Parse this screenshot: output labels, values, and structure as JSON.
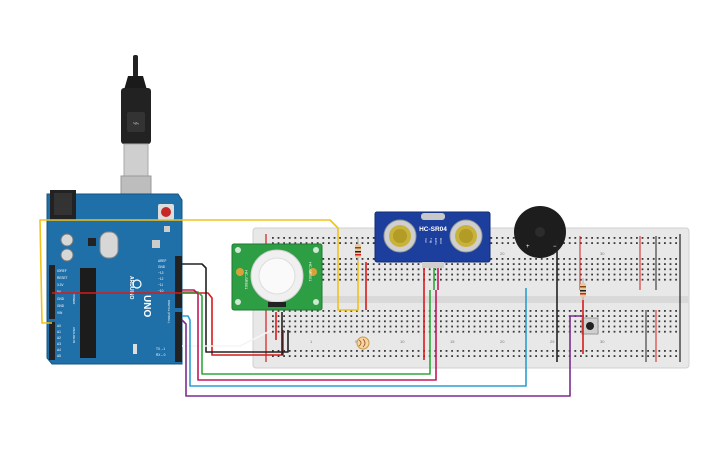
{
  "arduino": {
    "logo": "UNO",
    "brand": "ARDUINO",
    "header_left": [
      "IOREF",
      "RESET",
      "3.3V",
      "5V",
      "GND",
      "GND",
      "VIN"
    ],
    "analog": [
      "A0",
      "A1",
      "A2",
      "A3",
      "A4",
      "A5"
    ],
    "digital_top": [
      "AREF",
      "GND",
      "~13",
      "~12",
      "~11",
      "~10"
    ],
    "digital_bottom": [
      "TX→1",
      "RX←0"
    ],
    "side_text": "DIGITAL (PWM~)",
    "power_text": "POWER",
    "analog_text": "ANALOG IN"
  },
  "pir": {
    "left_label": "HC-SR501",
    "right_label": "HC-SR501"
  },
  "ultrasonic": {
    "model": "HC-SR04",
    "pins": [
      "Vcc",
      "Trig",
      "Echo",
      "Gnd"
    ]
  },
  "buzzer": {
    "plus": "+",
    "minus": "−"
  },
  "breadboard": {
    "col_numbers_top": [
      "1",
      "5",
      "10",
      "15",
      "20",
      "25",
      "30"
    ],
    "col_numbers_bottom": [
      "1",
      "5",
      "10",
      "15",
      "20",
      "25",
      "30"
    ]
  },
  "colors": {
    "arduino_board": "#1f6fa8",
    "arduino_dark": "#155482",
    "usb_cable": "#222222",
    "usb_metal": "#c8c8c8",
    "breadboard": "#e6e6e6",
    "breadboard_hole": "#3a3a3a",
    "rail_red": "#d81b1b",
    "rail_black": "#222222",
    "pir_board": "#2e9e44",
    "ultrasonic_board": "#1c3f9e",
    "buzzer": "#222222",
    "wire_yellow": "#f2c21b",
    "wire_black": "#222222",
    "wire_red": "#d81b1b",
    "wire_green": "#2fa83b",
    "wire_magenta": "#c2185b",
    "wire_blue": "#2a9fd0",
    "wire_purple": "#7b2d8e",
    "wire_white": "#f5f5f5"
  }
}
